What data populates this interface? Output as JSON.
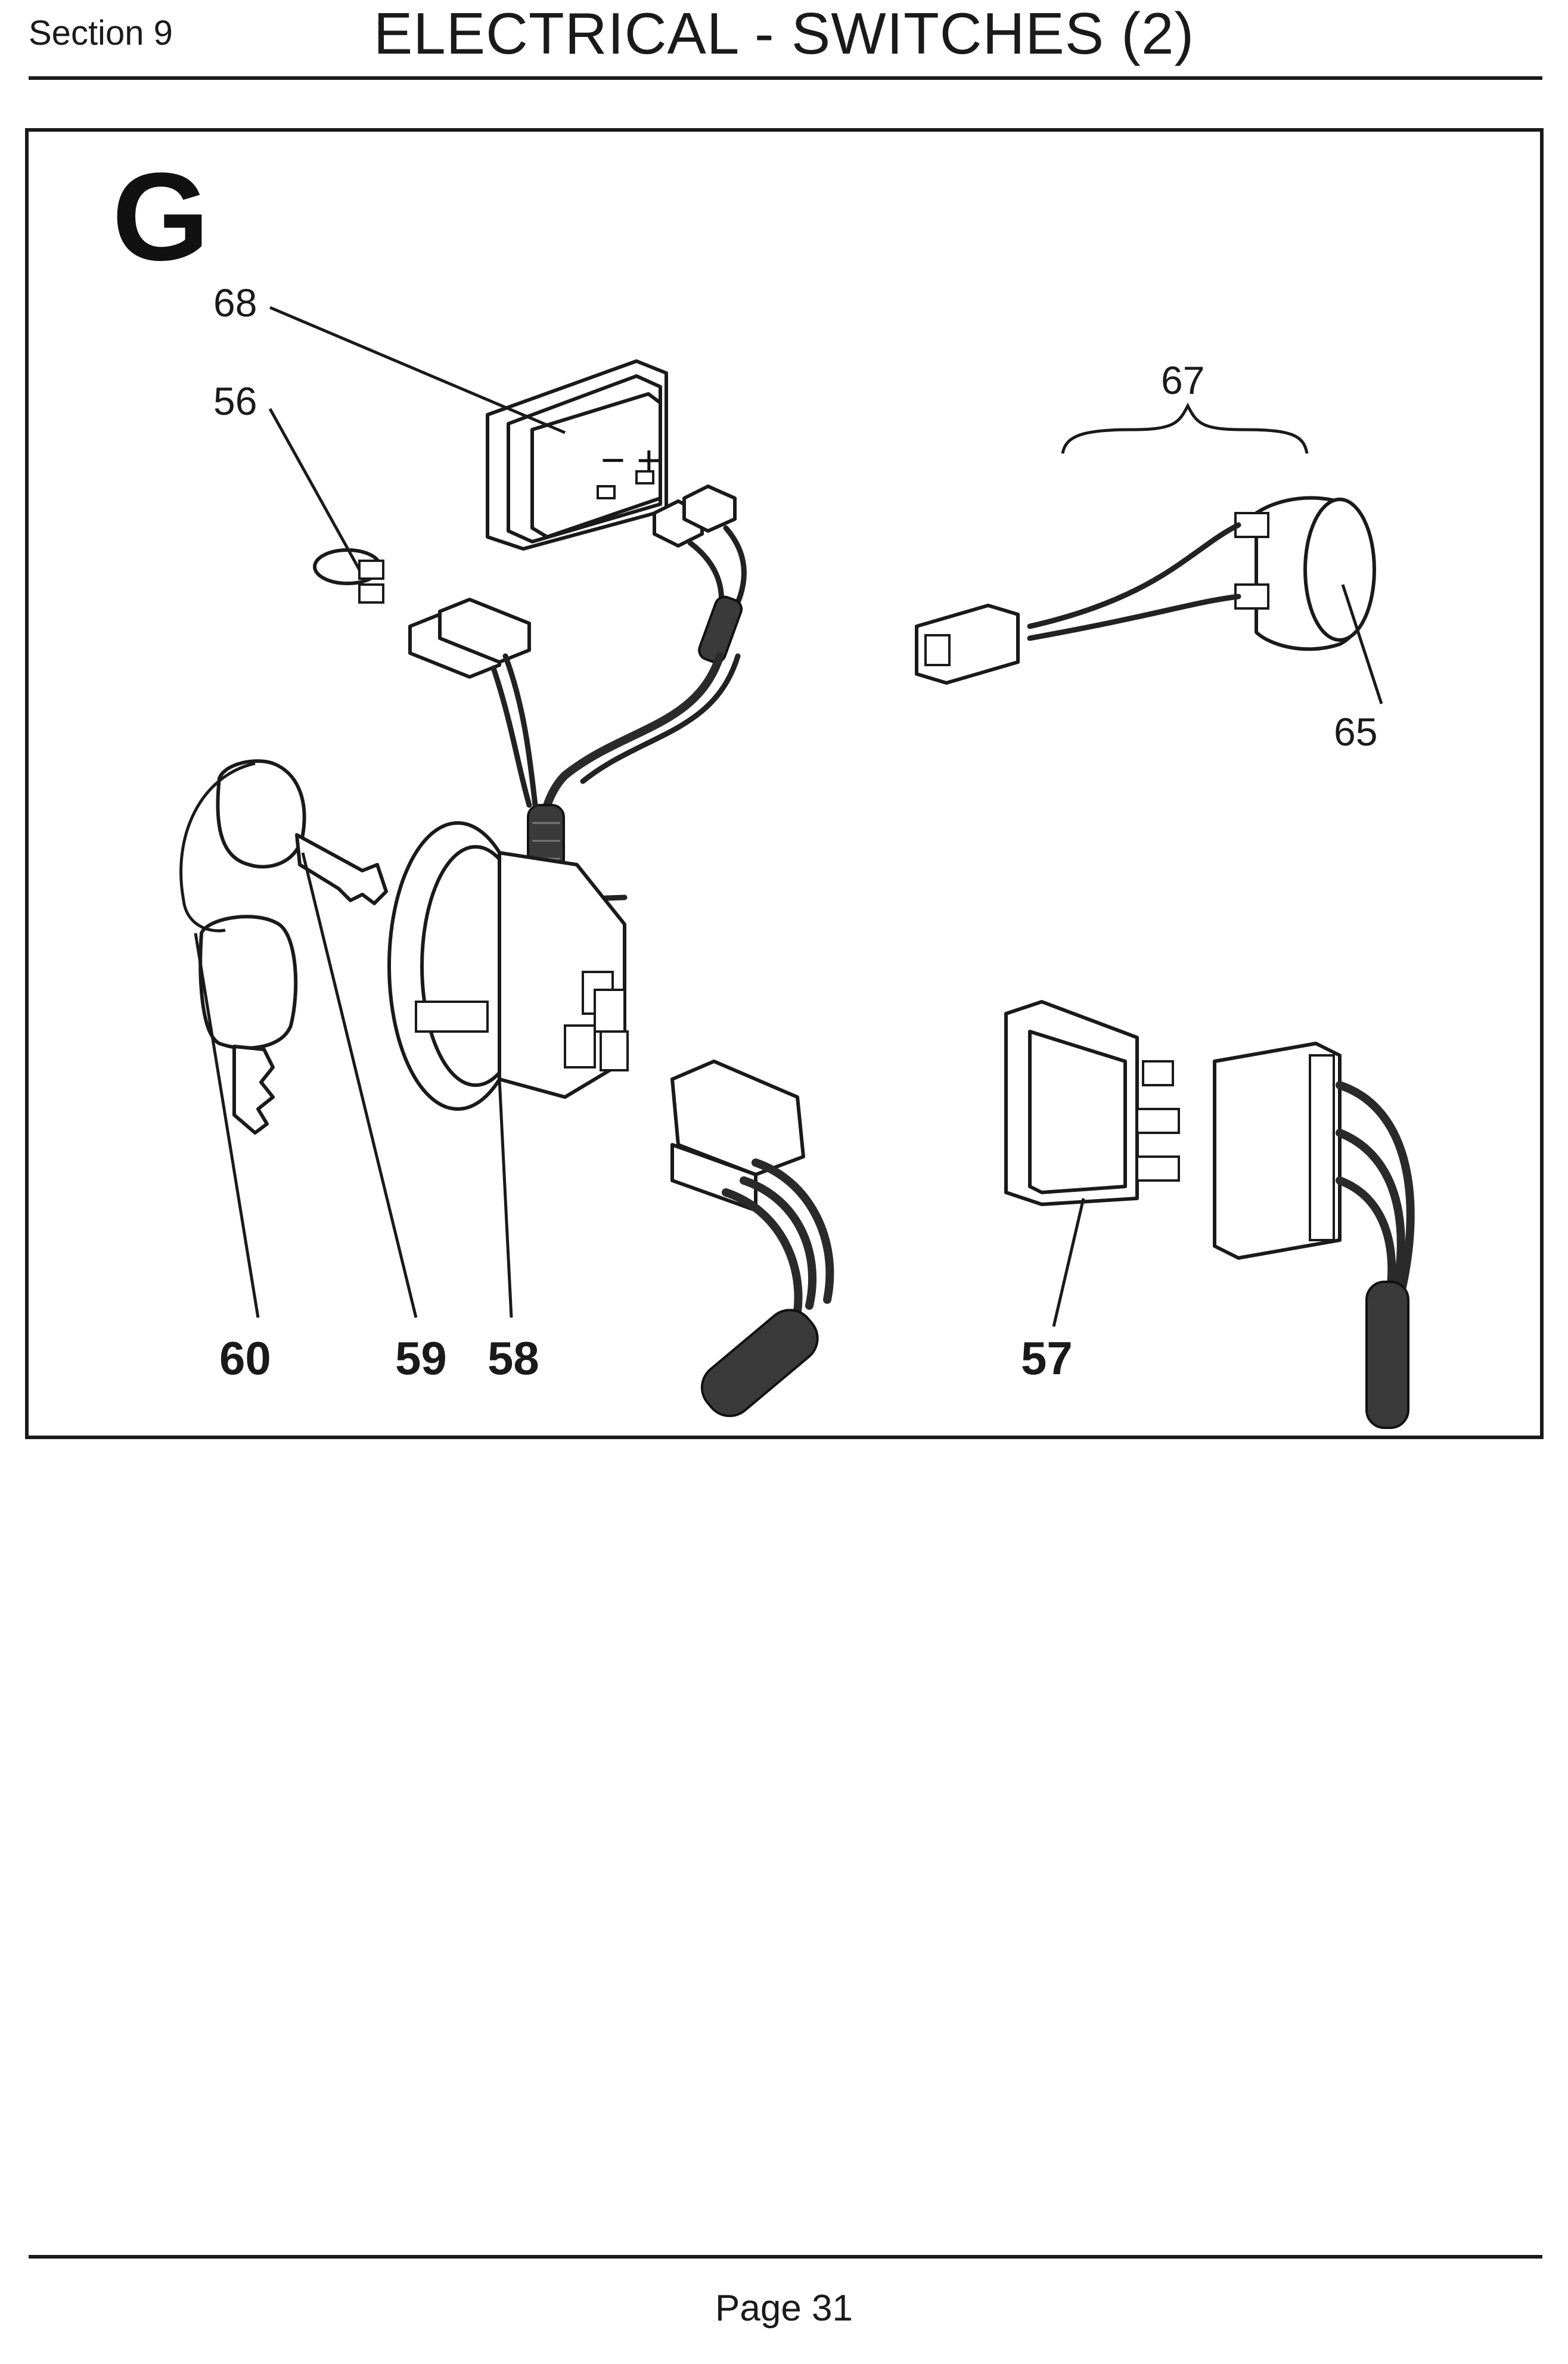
{
  "header": {
    "section": "Section 9",
    "title": "ELECTRICAL - SWITCHES (2)"
  },
  "figure": {
    "letter": "G",
    "callouts": {
      "c68": "68",
      "c56": "56",
      "c67": "67",
      "c65": "65",
      "c60": "60",
      "c59": "59",
      "c58": "58",
      "c57": "57"
    }
  },
  "footer": {
    "page": "Page 31"
  }
}
